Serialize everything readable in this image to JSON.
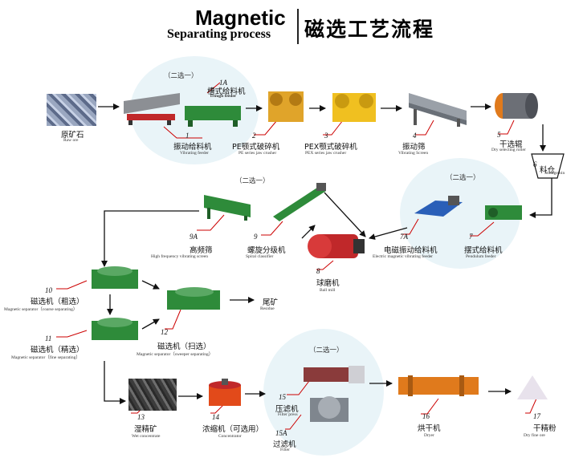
{
  "header": {
    "title_en_1": "Magnetic",
    "title_en_2": "Separating process",
    "title_zh": "磁选工艺流程"
  },
  "choice_label": "（二选一）",
  "nodes": {
    "raw_ore": {
      "zh": "原矿石",
      "en": "Raw ore"
    },
    "n1": {
      "num": "1",
      "zh": "振动给料机",
      "en": "Vibrating feeder"
    },
    "n1a": {
      "num": "1A",
      "zh": "槽式给料机",
      "en": "Trough feeder"
    },
    "n2": {
      "num": "2",
      "zh": "PE颚式破碎机",
      "en": "PE series jaw crusher"
    },
    "n3": {
      "num": "3",
      "zh": "PEX颚式破碎机",
      "en": "PEX series jaw crusher"
    },
    "n4": {
      "num": "4",
      "zh": "振动筛",
      "en": "Vibrating Screen"
    },
    "n5": {
      "num": "5",
      "zh": "干选辊",
      "en": "Dry selecting roller"
    },
    "n6": {
      "num": "6",
      "zh": "料仓",
      "en": "Storage bin"
    },
    "n7": {
      "num": "7",
      "zh": "摆式给料机",
      "en": "Pendulum feeder"
    },
    "n7a": {
      "num": "7A",
      "zh": "电磁振动给料机",
      "en": "Electric magnetic vibrating feeder"
    },
    "n8": {
      "num": "8",
      "zh": "球磨机",
      "en": "Ball mill"
    },
    "n9": {
      "num": "9",
      "zh": "螺旋分级机",
      "en": "Spiral classifier"
    },
    "n9a": {
      "num": "9A",
      "zh": "高频筛",
      "en": "High frequency vibrating screen"
    },
    "n10": {
      "num": "10",
      "zh": "磁选机（粗选）",
      "en": "Magnetic separator（coarse separating）"
    },
    "n11": {
      "num": "11",
      "zh": "磁选机（精选）",
      "en": "Magnetic separator（fine separating）"
    },
    "n12": {
      "num": "12",
      "zh": "磁选机（扫选）",
      "en": "Magnetic separator（sweeper separating）"
    },
    "residue": {
      "zh": "尾矿",
      "en": "Residue"
    },
    "n13": {
      "num": "13",
      "zh": "湿精矿",
      "en": "Wet concentrate"
    },
    "n14": {
      "num": "14",
      "zh": "浓缩机（可选用）",
      "en": "Concentrator"
    },
    "n15": {
      "num": "15",
      "zh": "压滤机",
      "en": "Filter press"
    },
    "n15a": {
      "num": "15A",
      "zh": "过滤机",
      "en": "Filter"
    },
    "n16": {
      "num": "16",
      "zh": "烘干机",
      "en": "Dryer"
    },
    "n17": {
      "num": "17",
      "zh": "干精粉",
      "en": "Dry fine ore"
    }
  },
  "colors": {
    "circle_bg": "#e9f4f8",
    "arrow": "#111111",
    "leader": "#cc0000",
    "machine_green": "#2e8b3a",
    "machine_orange": "#e07a1c",
    "machine_yellow": "#e9b82a",
    "machine_red": "#c0282a",
    "machine_gray": "#8a8f96",
    "machine_blue": "#2a5fb8"
  }
}
